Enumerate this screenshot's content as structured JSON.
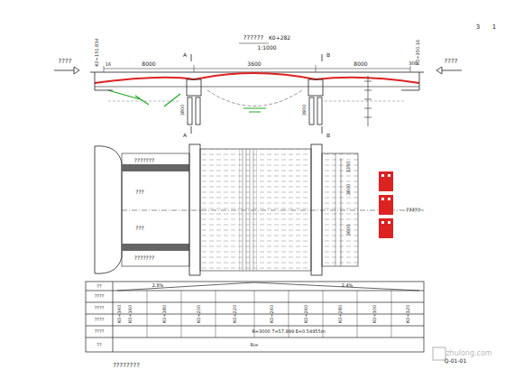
{
  "diagram": {
    "labels": [
      "3",
      "1",
      "??????",
      "K0+282",
      "1:1000",
      "????",
      "????",
      "K0+151.834",
      "K0+350.16",
      "16",
      "8000",
      "3600",
      "8000",
      "300",
      "A",
      "A",
      "B",
      "B",
      "3800",
      "3900",
      "???????",
      "???",
      "???",
      "???????",
      "1350",
      "3600",
      "3600",
      "?????",
      "2.8%",
      "2.4%",
      "R=3000  T=57.999  E=0.54955m",
      "??",
      "????",
      "????",
      "????",
      "????",
      "??",
      "K0+160",
      "K0+180",
      "K0+200",
      "K0+220",
      "K0+240",
      "K0+260",
      "K0+280",
      "K0+300",
      "K0+320",
      "K0+340",
      "Ri=",
      "????????",
      "Q-01-01",
      "zhulong.com"
    ]
  }
}
